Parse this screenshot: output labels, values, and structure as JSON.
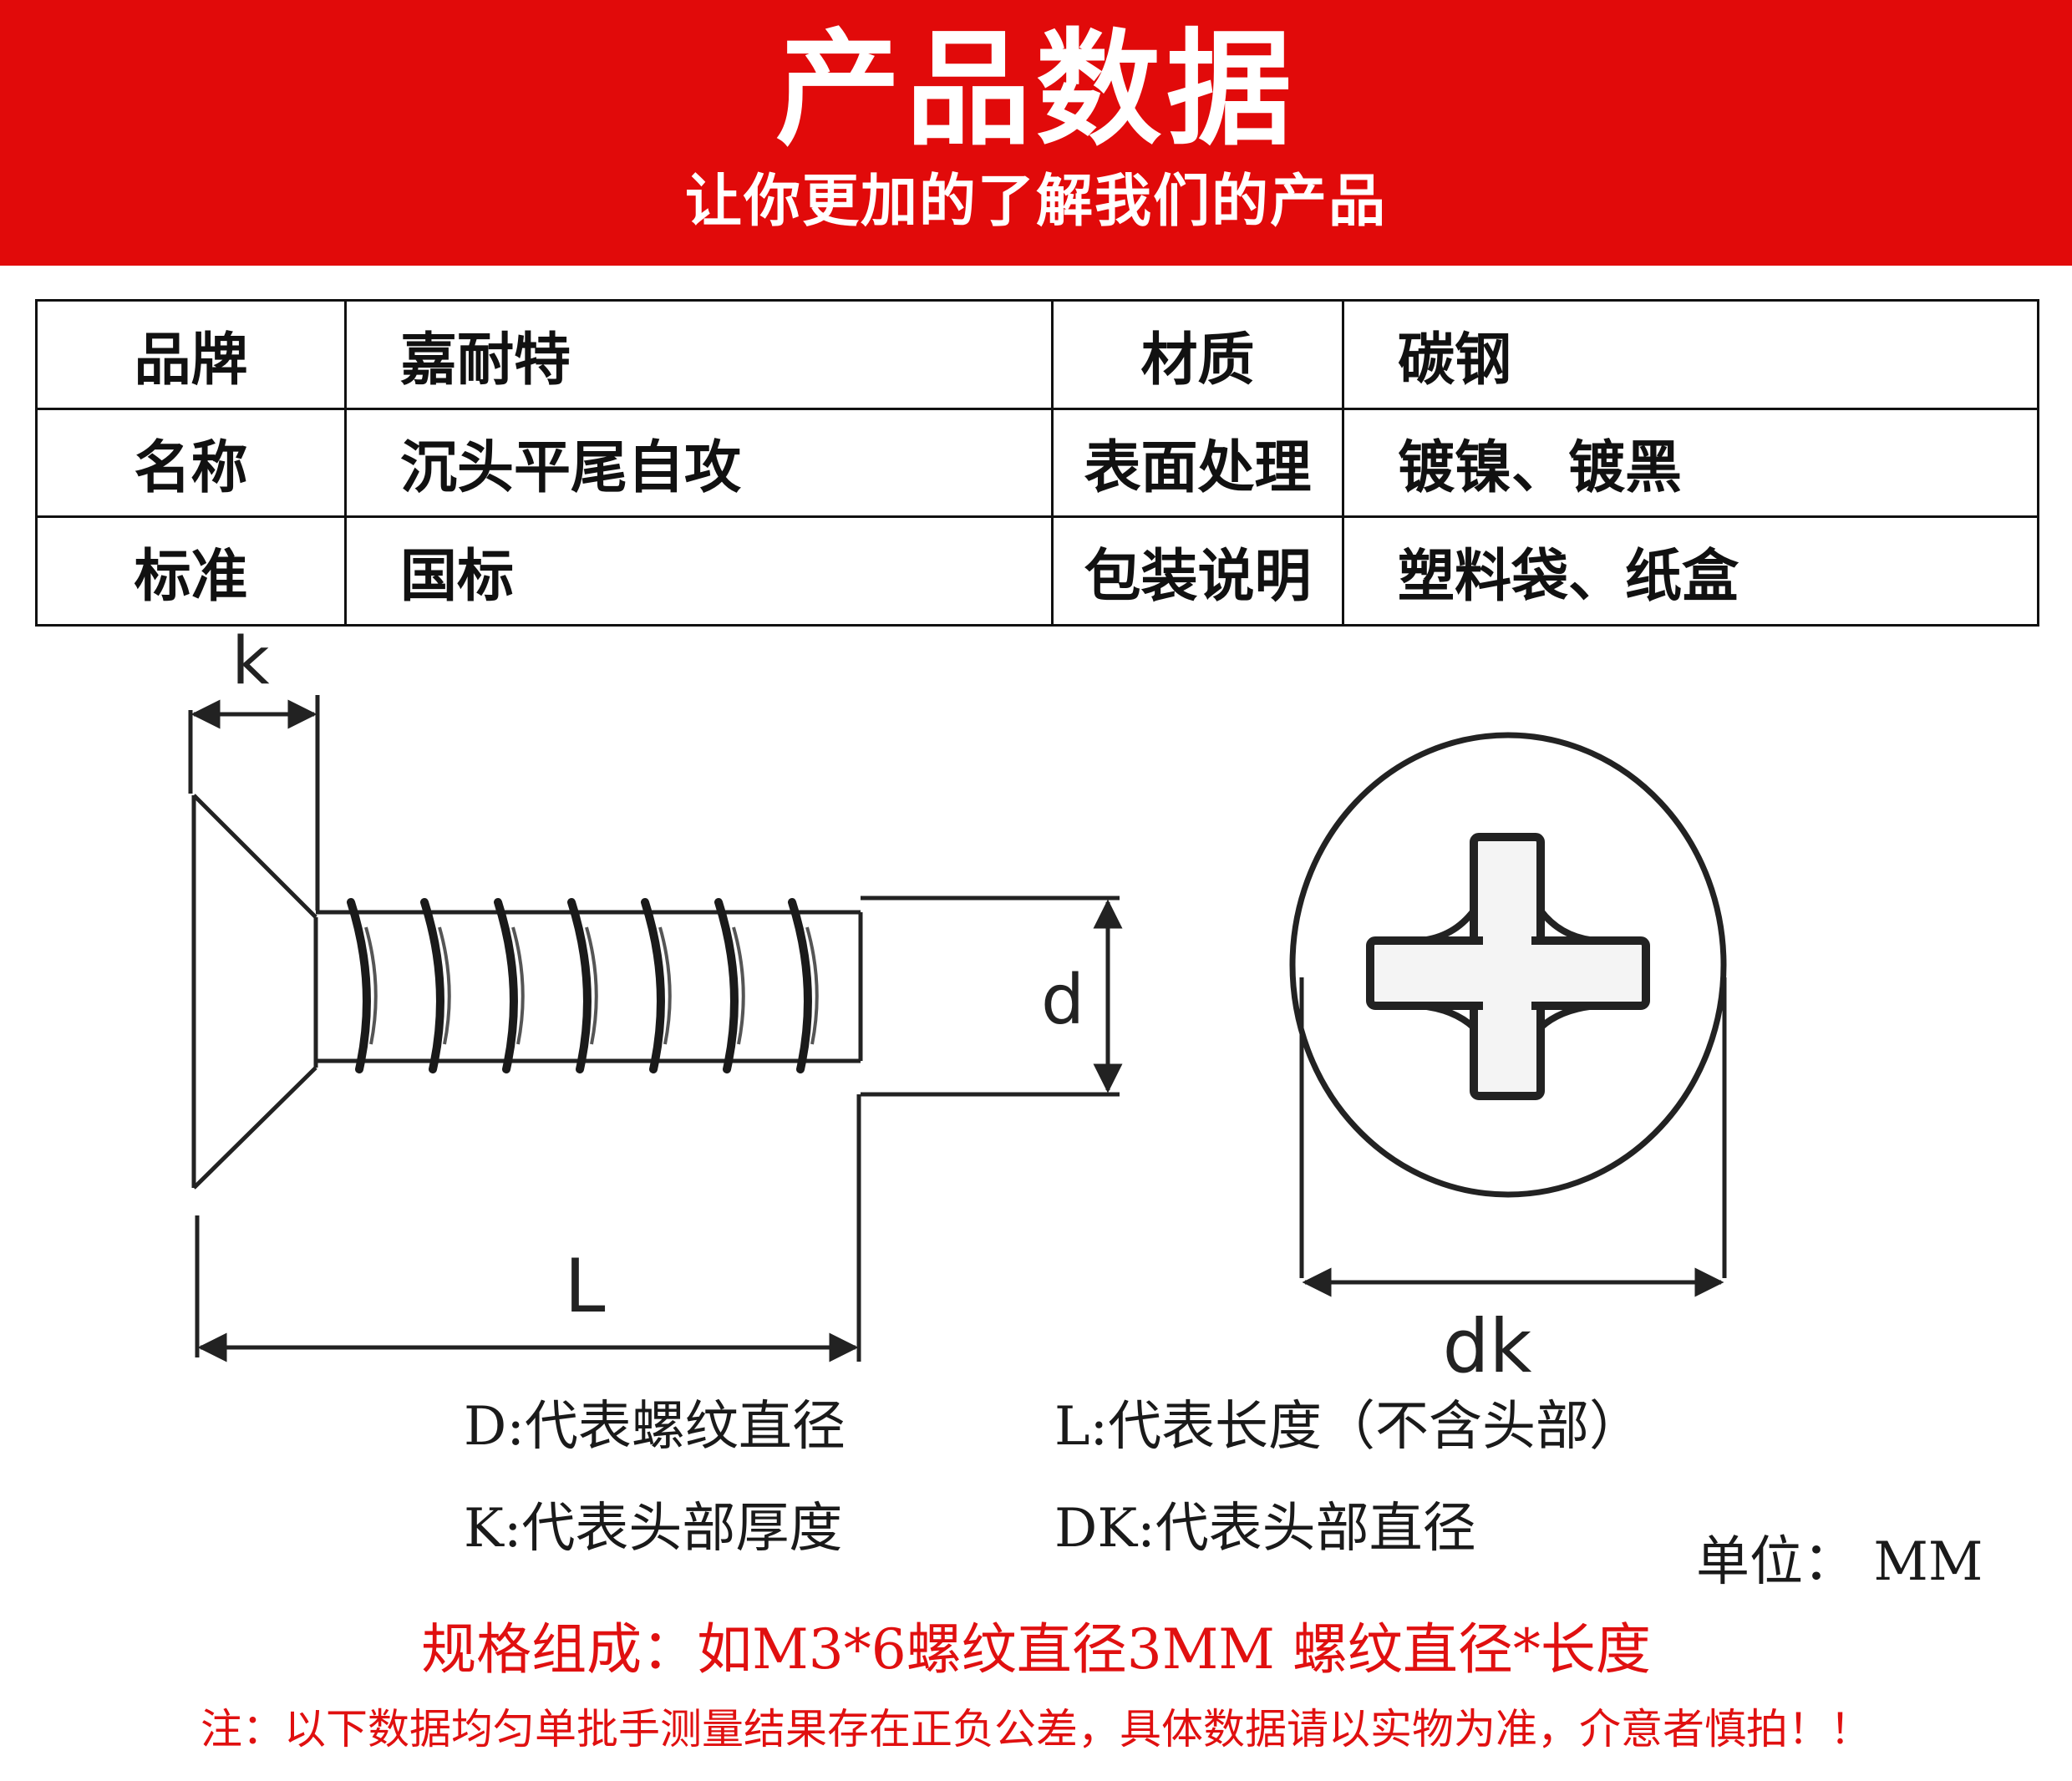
{
  "banner": {
    "title": "产品数据",
    "subtitle": "让你更加的了解我们的产品",
    "color": "#e10a0a"
  },
  "spec_table": {
    "rows": [
      {
        "label1": "品牌",
        "value1": "嘉耐特",
        "label2": "材质",
        "value2": "碳钢"
      },
      {
        "label1": "名称",
        "value1": "沉头平尾自攻",
        "label2": "表面处理",
        "value2": "镀镍、镀黑"
      },
      {
        "label1": "标准",
        "value1": "国标",
        "label2": "包装说明",
        "value2": "塑料袋、纸盒"
      }
    ]
  },
  "diagram": {
    "labels": {
      "k": "k",
      "d": "d",
      "L": "L",
      "dk": "dk"
    }
  },
  "legend": {
    "d_def": "D:代表螺纹直径",
    "l_def": "L:代表长度（不含头部）",
    "k_def": "K:代表头部厚度",
    "dk_def": "DK:代表头部直径",
    "unit": "单位：  MM"
  },
  "spec_line": "规格组成：如M3*6螺纹直径3MM  螺纹直径*长度",
  "note_line": "注：以下数据均匀单批手测量结果存在正负公差，具体数据请以实物为准，介意者慎拍！！",
  "accent_color": "#e01010"
}
